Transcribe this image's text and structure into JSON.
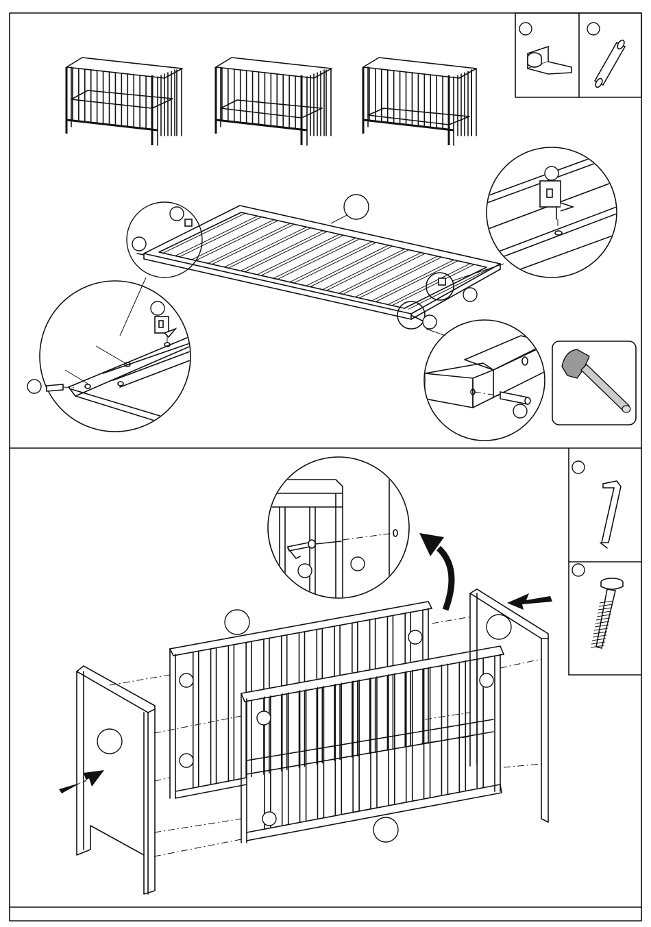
{
  "page": {
    "footer_text": "",
    "step1": {
      "parts": [
        {
          "id": "bracket",
          "icon": "l-bracket-peg-icon"
        },
        {
          "id": "dowel",
          "icon": "wooden-dowel-icon"
        }
      ],
      "crib_heights": [
        "high",
        "middle",
        "low"
      ],
      "tool": "hammer-icon"
    },
    "step2": {
      "parts": [
        {
          "id": "allen_key",
          "icon": "allen-key-icon"
        },
        {
          "id": "bolt",
          "icon": "bolt-icon"
        }
      ],
      "arrow_direction": "insert-side-panels"
    }
  }
}
